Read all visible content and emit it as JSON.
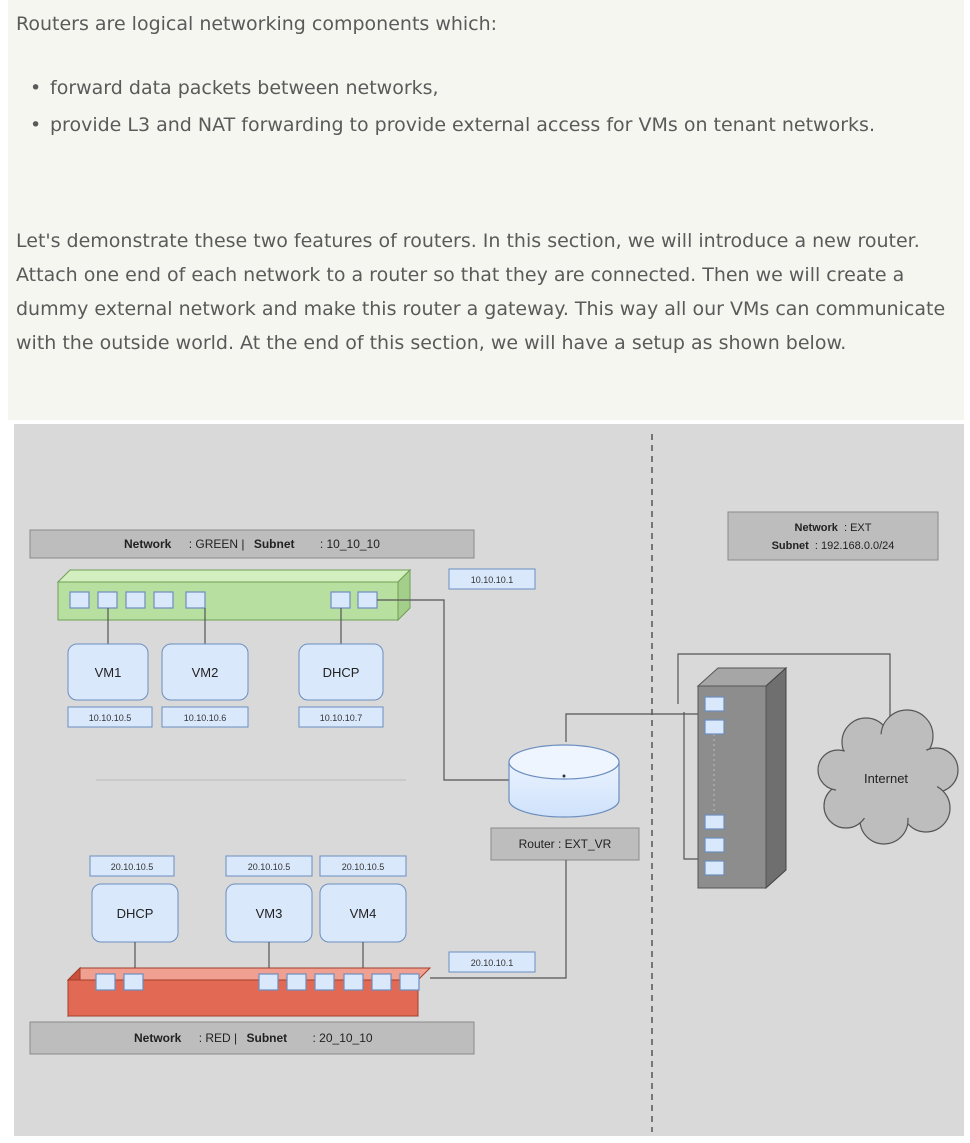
{
  "doc": {
    "intro": "Routers are logical networking components which:",
    "bullets": [
      "forward data packets between networks,",
      "provide L3 and NAT forwarding to provide external access for VMs on tenant networks."
    ],
    "paragraph": "Let's demonstrate these two features of routers. In this section, we will introduce a new router. Attach one end of each network to a router so that they are connected. Then we will create a dummy external network and make this router a gateway. This way all our VMs can communicate with the outside world. At the end of this section, we will have a setup as shown below."
  },
  "diagram": {
    "green_network": {
      "network_key": "Network",
      "network_val": ": GREEN |",
      "subnet_key": "Subnet",
      "subnet_val": ": 10_10_10",
      "gateway_ip": "10.10.10.1",
      "color": "#b7df9f"
    },
    "green_nodes": [
      {
        "label": "VM1",
        "ip": "10.10.10.5"
      },
      {
        "label": "VM2",
        "ip": "10.10.10.6"
      },
      {
        "label": "DHCP",
        "ip": "10.10.10.7"
      }
    ],
    "red_network": {
      "network_key": "Network",
      "network_val": ": RED |",
      "subnet_key": "Subnet",
      "subnet_val": ": 20_10_10",
      "gateway_ip": "20.10.10.1",
      "color": "#e26a55"
    },
    "red_nodes": [
      {
        "label": "DHCP",
        "ip": "20.10.10.5"
      },
      {
        "label": "VM3",
        "ip": "20.10.10.5"
      },
      {
        "label": "VM4",
        "ip": "20.10.10.5"
      }
    ],
    "external_network": {
      "network_key": "Network",
      "network_val": ": EXT",
      "subnet_key": "Subnet",
      "subnet_val": ": 192.168.0.0/24"
    },
    "router_label": "Router : EXT_VR",
    "internet_label": "Internet",
    "colors": {
      "background": "#d9d9d9",
      "node_fill": "#dae8fc",
      "node_stroke": "#6c8ebf",
      "label_box": "#bdbdbd"
    }
  }
}
